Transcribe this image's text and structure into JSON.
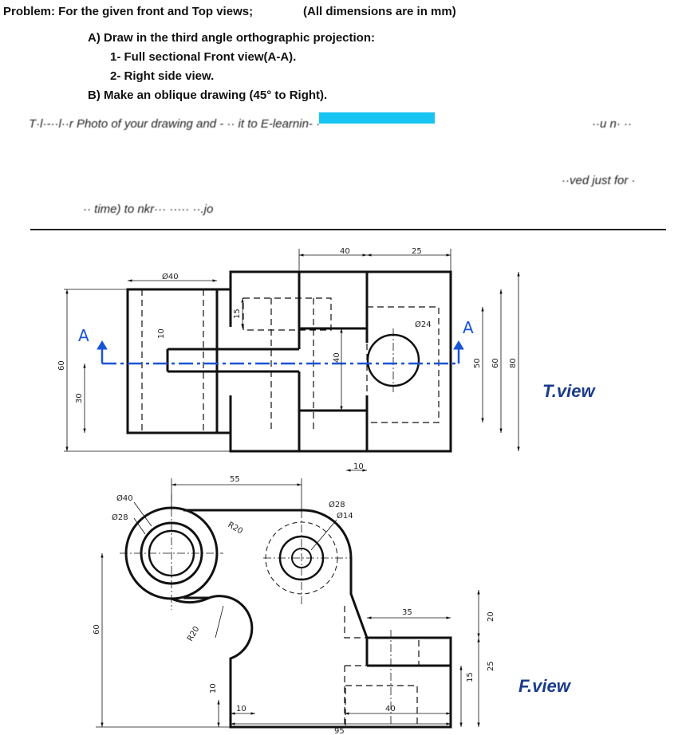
{
  "header": {
    "problem": "Problem: For the given front and Top views;",
    "units": "(All dimensions are in mm)",
    "task_a": "A)  Draw in the third angle orthographic projection:",
    "task_a1": "1-  Full sectional Front view(A-A).",
    "task_a2": "2-  Right side view.",
    "task_b": "B)  Make an oblique drawing (45° to Right)."
  },
  "obscured": {
    "line1": "T·l·‐··l··r Photo of your drawing and ‐    ·· it to E-learnin‐ ·",
    "line1_right": "··u n· ··",
    "line3_right": "··ved just for ·",
    "line4": "·· time) to nkr···  ·····         ··.jo"
  },
  "drawing": {
    "top_view": {
      "label": "T.view",
      "section_mark": "A",
      "dims": {
        "d40": "40",
        "d25": "25",
        "phi40": "Ø40",
        "phi24": "Ø24",
        "d15": "15",
        "d10a": "10",
        "d40v": "40",
        "d10b": "10",
        "d60": "60",
        "d30": "30",
        "d50": "50",
        "d60r": "60",
        "d80": "80"
      }
    },
    "front_view": {
      "label": "F.view",
      "dims": {
        "d55": "55",
        "phi40": "Ø40",
        "phi28a": "Ø28",
        "r20a": "R20",
        "phi28b": "Ø28",
        "phi14": "Ø14",
        "d35": "35",
        "d20": "20",
        "d25": "25",
        "d15": "15",
        "d60": "60",
        "r20b": "R20",
        "d10a": "10",
        "d10b": "10",
        "d40": "40",
        "d95": "95"
      }
    }
  }
}
